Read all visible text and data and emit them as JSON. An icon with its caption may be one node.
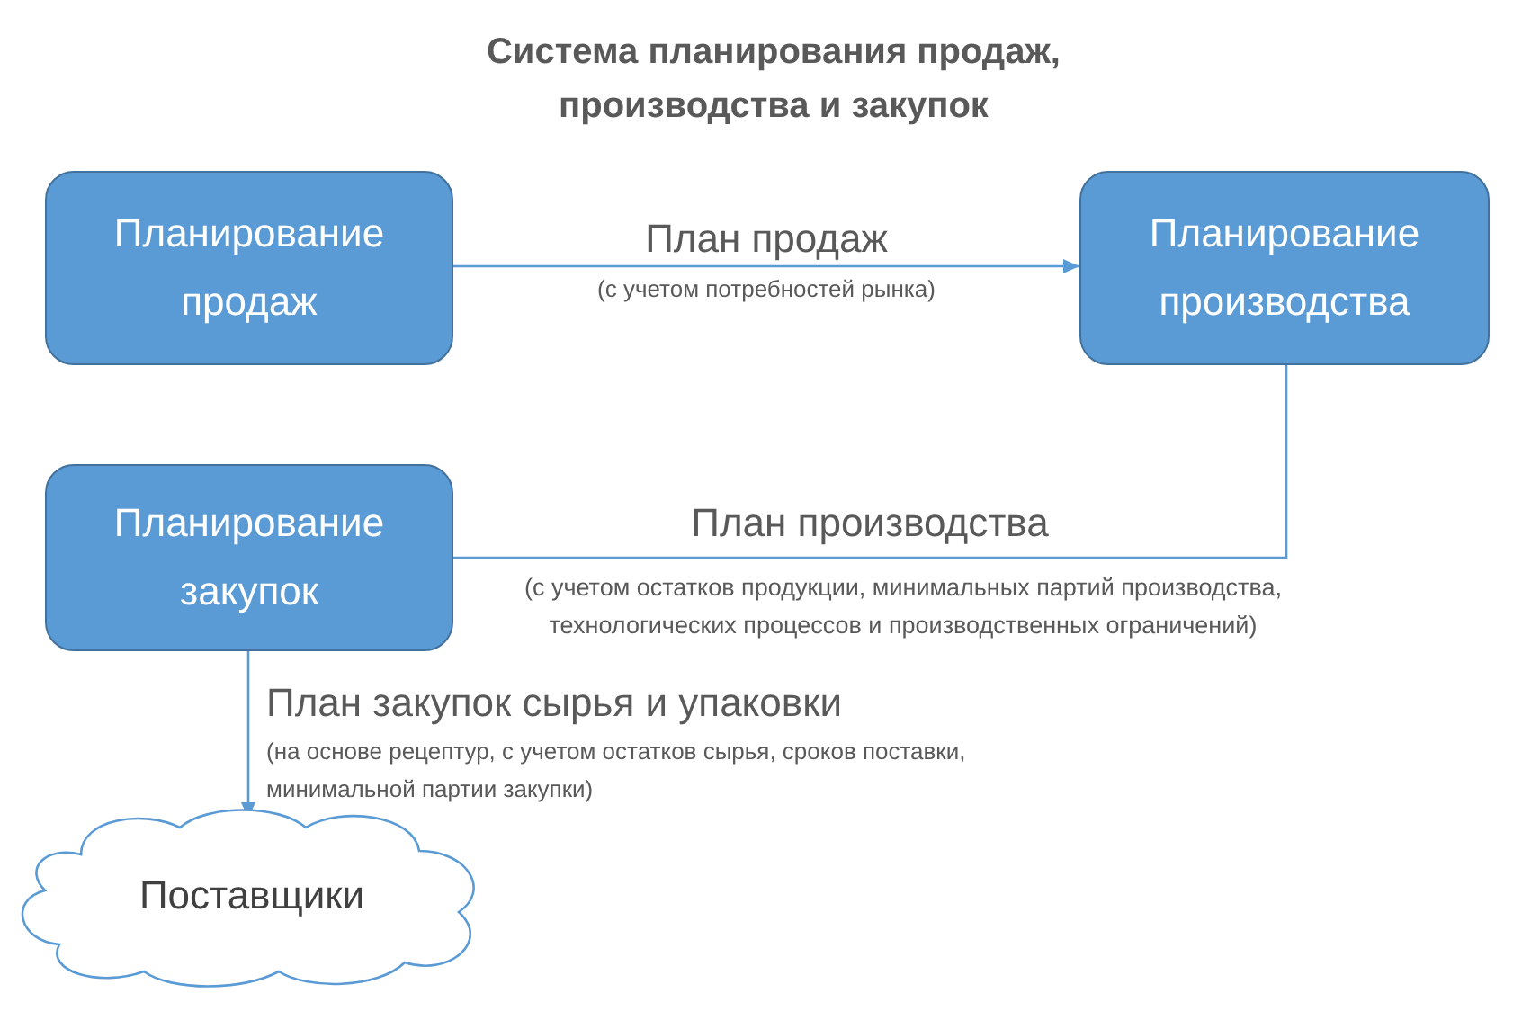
{
  "diagram": {
    "title": "Система планирования продаж, производства и закупок",
    "nodes": [
      {
        "text": [
          "Планирование продаж"
        ]
      },
      {
        "text": [
          "Планирование производства"
        ]
      },
      {
        "text": [
          "Планирование закупок"
        ]
      },
      {
        "text": [
          "Поставщики"
        ]
      }
    ],
    "edges": [
      {
        "from": 0,
        "to": 1,
        "arrow": "to",
        "label": "План продаж"
      },
      {
        "from": 1,
        "to": 2,
        "arrow": "none",
        "label": "План производства"
      },
      {
        "from": 2,
        "to": 3,
        "arrow": "to",
        "label": "План закупок сырья и упаковки"
      }
    ],
    "labels": [
      "(с учетом потребностей рынка)",
      "(с учетом остатков продукции, минимальных партий производства, технологических процессов и производственных ограничений)",
      "(на основе рецептур, с учетом остатков сырья, сроков поставки, минимальной партии закупки)"
    ]
  }
}
